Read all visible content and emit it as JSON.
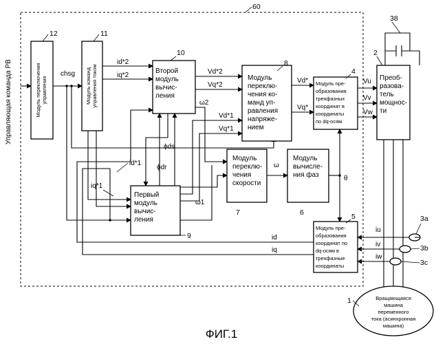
{
  "input_label": "Управляющая команда РВ",
  "caption": "ФИГ.1",
  "blocks": {
    "b12": {
      "ref": "12",
      "lines": [
        "Модуль переключения",
        "управления"
      ]
    },
    "b11": {
      "ref": "11",
      "lines": [
        "Модуль команд",
        "управления током"
      ]
    },
    "b10": {
      "ref": "10",
      "lines": [
        "Второй",
        "модуль",
        "вычис-",
        "ления"
      ]
    },
    "b8": {
      "ref": "8",
      "lines": [
        "Модуль",
        "переклю-",
        "чения ко-",
        "манд уп-",
        "равления",
        "напряже-",
        "нием"
      ]
    },
    "b4": {
      "ref": "4",
      "lines": [
        "Модуль пре-",
        "образования",
        "трехфазных",
        "координат в",
        "координаты",
        "по dq-осям"
      ]
    },
    "b2": {
      "ref": "2",
      "lines": [
        "Преоб-",
        "разова-",
        "тель",
        "мощнос-",
        "ти"
      ]
    },
    "b7": {
      "ref": "7",
      "lines": [
        "Модуль",
        "переклю-",
        "чения",
        "скорости"
      ]
    },
    "b6": {
      "ref": "6",
      "lines": [
        "Модуль",
        "вычисле-",
        "ния фаз"
      ]
    },
    "b9": {
      "ref": "9",
      "lines": [
        "Первый",
        "модуль",
        "вычис-",
        "ления"
      ]
    },
    "b5": {
      "ref": "5",
      "lines": [
        "Модуль пре-",
        "образования",
        "координат по",
        "dq-осям в",
        "трехфазные",
        "координаты"
      ]
    },
    "b1": {
      "ref": "1",
      "lines": [
        "Вращающаяся",
        "машина",
        "переменного",
        "тока (асинхронная",
        "машина)"
      ]
    }
  },
  "refs": {
    "r60": "60",
    "r38": "38",
    "r3a": "3a",
    "r3b": "3b",
    "r3c": "3c"
  },
  "signals": {
    "chsg": "chsg",
    "id2": "id*2",
    "iq2": "iq*2",
    "id1": "id*1",
    "iq1": "iq*1",
    "vd2": "Vd*2",
    "vq2": "Vq*2",
    "vd1": "Vd*1",
    "vq1": "Vq*1",
    "vd": "Vd*",
    "vq": "Vq*",
    "vu": "Vu",
    "vv": "Vv",
    "vw": "Vw",
    "phids": "ϕds",
    "phidr": "ϕdr",
    "w2": "ω2",
    "w1": "ω1",
    "w": "ω",
    "theta": "θ",
    "id": "id",
    "iq": "iq",
    "iu": "iu",
    "iv": "iv",
    "iw": "iw"
  }
}
